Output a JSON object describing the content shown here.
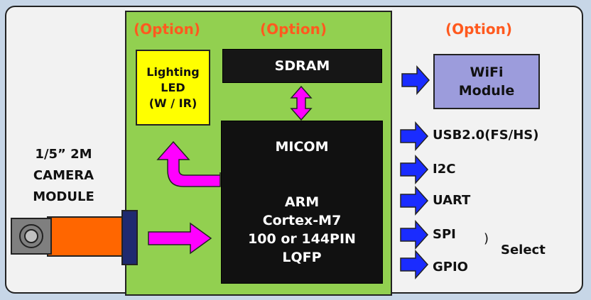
{
  "options": {
    "led": "(Option)",
    "sdram": "(Option)",
    "wifi": "(Option)"
  },
  "led_box": {
    "line1": "Lighting",
    "line2": "LED",
    "line3": "(W / IR)"
  },
  "sdram_box": {
    "label": "SDRAM"
  },
  "micom_box": {
    "line1": "MICOM",
    "line2": "ARM",
    "line3": "Cortex-M7",
    "line4": "100 or 144PIN",
    "line5": "LQFP"
  },
  "wifi_box": {
    "line1": "WiFi",
    "line2": "Module"
  },
  "camera": {
    "line1": "1/5” 2M",
    "line2": "CAMERA",
    "line3": "MODULE"
  },
  "interfaces": {
    "usb": "USB2.0(FS/HS)",
    "i2c": "I2C",
    "uart": "UART",
    "spi": "SPI",
    "gpio": "GPIO",
    "bracket": ")",
    "select": "Select"
  },
  "colors": {
    "board": "#92d050",
    "led": "#ffff00",
    "wifi": "#9c9cdc",
    "option_text": "#ff5a1f",
    "arrow_blue": "#1a2cff",
    "arrow_magenta": "#ff00ff",
    "camera_lens": "#7f7f7f",
    "camera_cable": "#ff6600",
    "camera_connector": "#1f2a70"
  },
  "icons": [
    "arrow-right-icon",
    "double-arrow-icon",
    "curved-arrow-icon",
    "camera-lens-icon"
  ]
}
